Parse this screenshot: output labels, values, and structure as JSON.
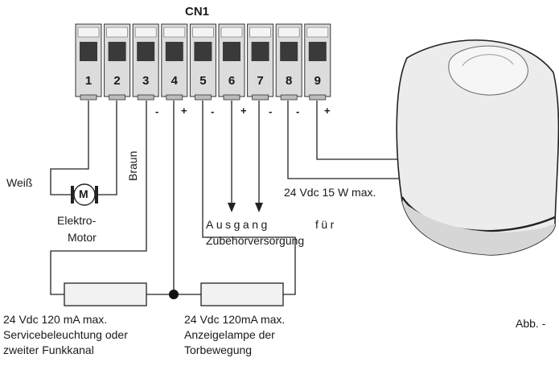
{
  "connector": {
    "name": "CN1",
    "terminals": [
      "1",
      "2",
      "3",
      "4",
      "5",
      "6",
      "7",
      "8",
      "9"
    ],
    "polarity": [
      "-",
      "+",
      "-",
      "+",
      "-",
      "-",
      "+"
    ]
  },
  "labels": {
    "weiss": "Weiß",
    "braun": "Braun",
    "motor_line1": "Elektro-",
    "motor_line2": "Motor",
    "motor_symbol": "M",
    "output_word1": "Ausgang",
    "output_word2": "für",
    "output_line2": "Zubehörversorgung",
    "lamp_rating": "24 Vdc 15 W max.",
    "left_load": [
      "24 Vdc 120 mA max.",
      "Servicebeleuchtung oder",
      "zweiter Funkkanal"
    ],
    "right_load": [
      "24 Vdc 120mA max.",
      "Anzeigelampe der",
      "Torbewegung"
    ],
    "figure_ref": "Abb. -"
  },
  "colors": {
    "terminal_fill": "#dcdcdc",
    "terminal_window": "#3a3a3a",
    "wire": "#222222",
    "lamp_body": "#ececec",
    "lamp_base": "#d6d6d6"
  }
}
